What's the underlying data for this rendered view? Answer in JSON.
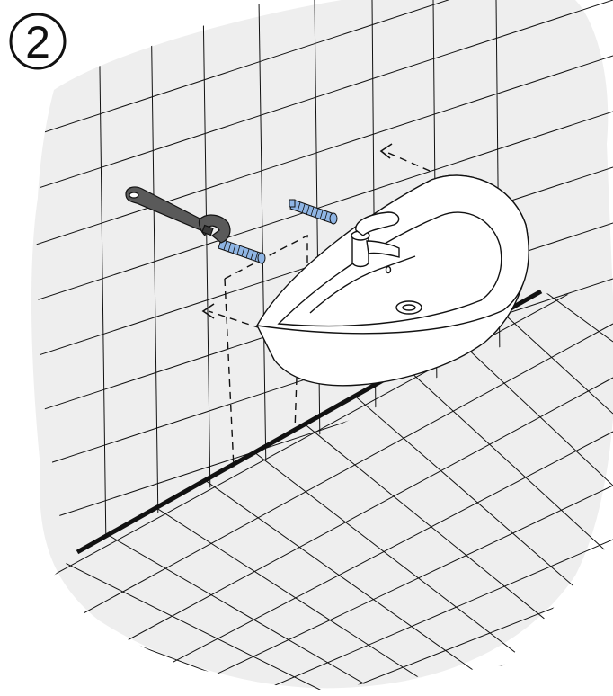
{
  "step": {
    "number": "2"
  },
  "scene": {
    "description_icons": {
      "wall": "tiled-wall",
      "floor": "tiled-floor",
      "basin": "wash-basin-icon",
      "tap": "mixer-tap-icon",
      "wrench": "adjustable-wrench-icon",
      "bolts": "hanger-bolt-icon",
      "arrows": "dashed-arrow-icon"
    },
    "colors": {
      "background_wash": "#eeeeee",
      "line": "#111111",
      "bolt_blue": "#8fb5e4",
      "wrench_gray": "#5a5a5a",
      "basin_fill": "#ffffff"
    }
  }
}
